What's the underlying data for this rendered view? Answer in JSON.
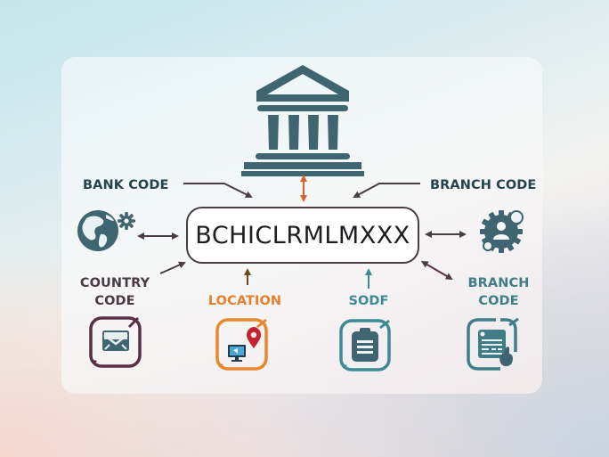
{
  "diagram": {
    "center_code": "BCHICLRMLMXXX",
    "top_icon": "bank-building-icon",
    "labels": {
      "bank_code": "BANK CODE",
      "branch_code_top": "BRANCH CODE",
      "country_code_line1": "COUNTRY",
      "country_code_line2": "CODE",
      "location": "LOCATION",
      "sodf": "SODF",
      "branch_code_bottom_line1": "BRANCH",
      "branch_code_bottom_line2": "CODE"
    },
    "icons": {
      "left": "globe-gear-icon",
      "right": "gear-user-icon",
      "country": "envelope-icon",
      "location": "monitor-map-pin-icon",
      "sodf": "clipboard-icon",
      "branch": "document-hand-icon"
    },
    "colors": {
      "primary_teal": "#3f6670",
      "dark_plum": "#5a2f45",
      "location_orange": "#e8882e",
      "sodf_teal": "#3d8a97",
      "branch_teal": "#3f7e86",
      "pin_red": "#c4222e",
      "arrow_orange": "#d9642a",
      "arrow_dark": "#4a3c44"
    }
  }
}
